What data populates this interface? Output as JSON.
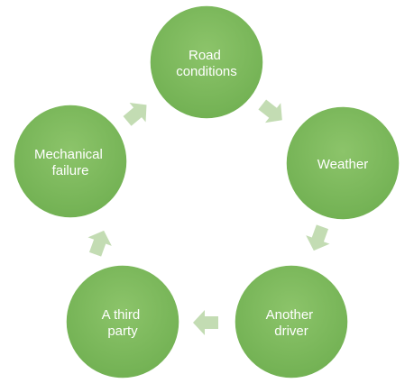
{
  "diagram": {
    "type": "cycle",
    "nodes": [
      {
        "id": "road-conditions",
        "lines": [
          "Road",
          "conditions"
        ]
      },
      {
        "id": "weather",
        "lines": [
          "Weather"
        ]
      },
      {
        "id": "another-driver",
        "lines": [
          "Another",
          "driver"
        ]
      },
      {
        "id": "a-third-party",
        "lines": [
          "A third",
          "party"
        ]
      },
      {
        "id": "mechanical-failure",
        "lines": [
          "Mechanical",
          "failure"
        ]
      }
    ],
    "colors": {
      "node_fill": "#7ab85a",
      "node_fill_light": "#8cc46a",
      "node_stroke": "#ffffff",
      "arrow_fill": "#c3dcb3",
      "label": "#ffffff"
    }
  }
}
